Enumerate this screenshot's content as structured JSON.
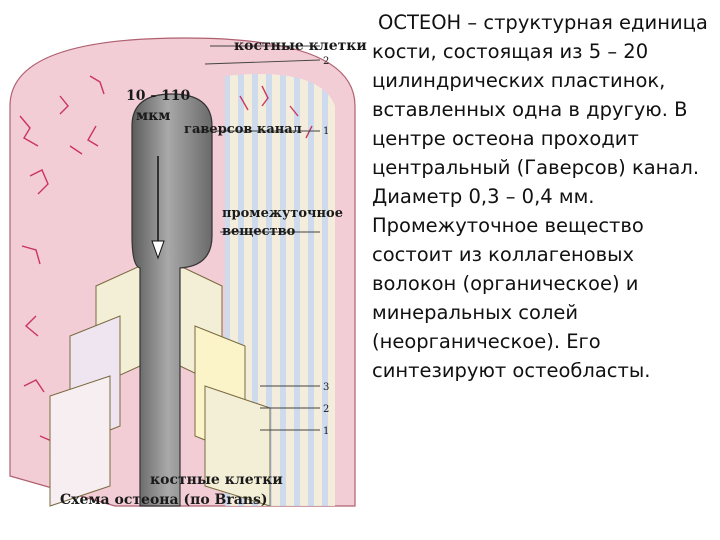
{
  "paragraphs": [
    "ОСТЕОН – структурная единица кости, состоящая из 5 – 20 цилиндрических пластинок, вставленных одна в другую. В центре остеона проходит центральный (Гаверсов) канал. Диаметр 0,3 – 0,4 мм.",
    "Промежуточное вещество состоит из коллагеновых волокон (органическое) и минеральных солей (неорганическое). Его синтезируют остеобласты."
  ],
  "figure": {
    "labels": {
      "bone_cells_top": "костные клетки",
      "size_value": "10 - 110",
      "size_unit": "мкм",
      "haversian_canal": "гаверсов канал",
      "interstitial_1": "промежуточное",
      "interstitial_2": "вещество",
      "bone_cells_bottom": "костные клетки",
      "caption": "Схема остеона (по Brans)"
    },
    "leader_numbers": [
      "2",
      "1",
      "3",
      "2",
      "1"
    ],
    "colors": {
      "outer_layer": "#f2cdd6",
      "cells": "#c41a4a",
      "canal": "#8a8a8a",
      "lamella_light": "#f3efd6",
      "lamella_blue": "#c9dcf0"
    }
  }
}
